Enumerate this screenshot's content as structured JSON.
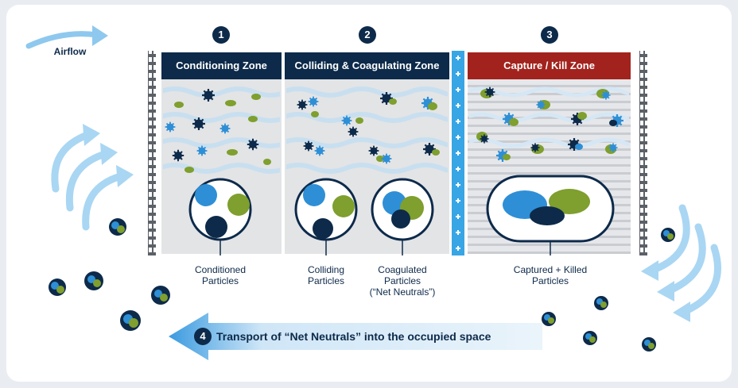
{
  "airflow_label": "Airflow",
  "steps": [
    {
      "number": "1",
      "zone": "Conditioning Zone"
    },
    {
      "number": "2",
      "zone": "Colliding & Coagulating Zone"
    },
    {
      "number": "3",
      "zone": "Capture / Kill Zone"
    },
    {
      "number": "4",
      "zone": "Transport of “Net Neutrals” into the occupied space"
    }
  ],
  "captions": {
    "conditioned": [
      "Conditioned",
      "Particles"
    ],
    "colliding": [
      "Colliding",
      "Particles"
    ],
    "coagulated": [
      "Coagulated",
      "Particles",
      "(“Net Neutrals”)"
    ],
    "captured": [
      "Captured + Killed",
      "Particles"
    ]
  },
  "colors": {
    "navy": "#0d2a4a",
    "red": "#a2231d",
    "blue": "#2e8fd6",
    "green": "#7f9f2e",
    "light_blue": "#9fd0f2",
    "panel_gray": "#e3e4e6"
  }
}
